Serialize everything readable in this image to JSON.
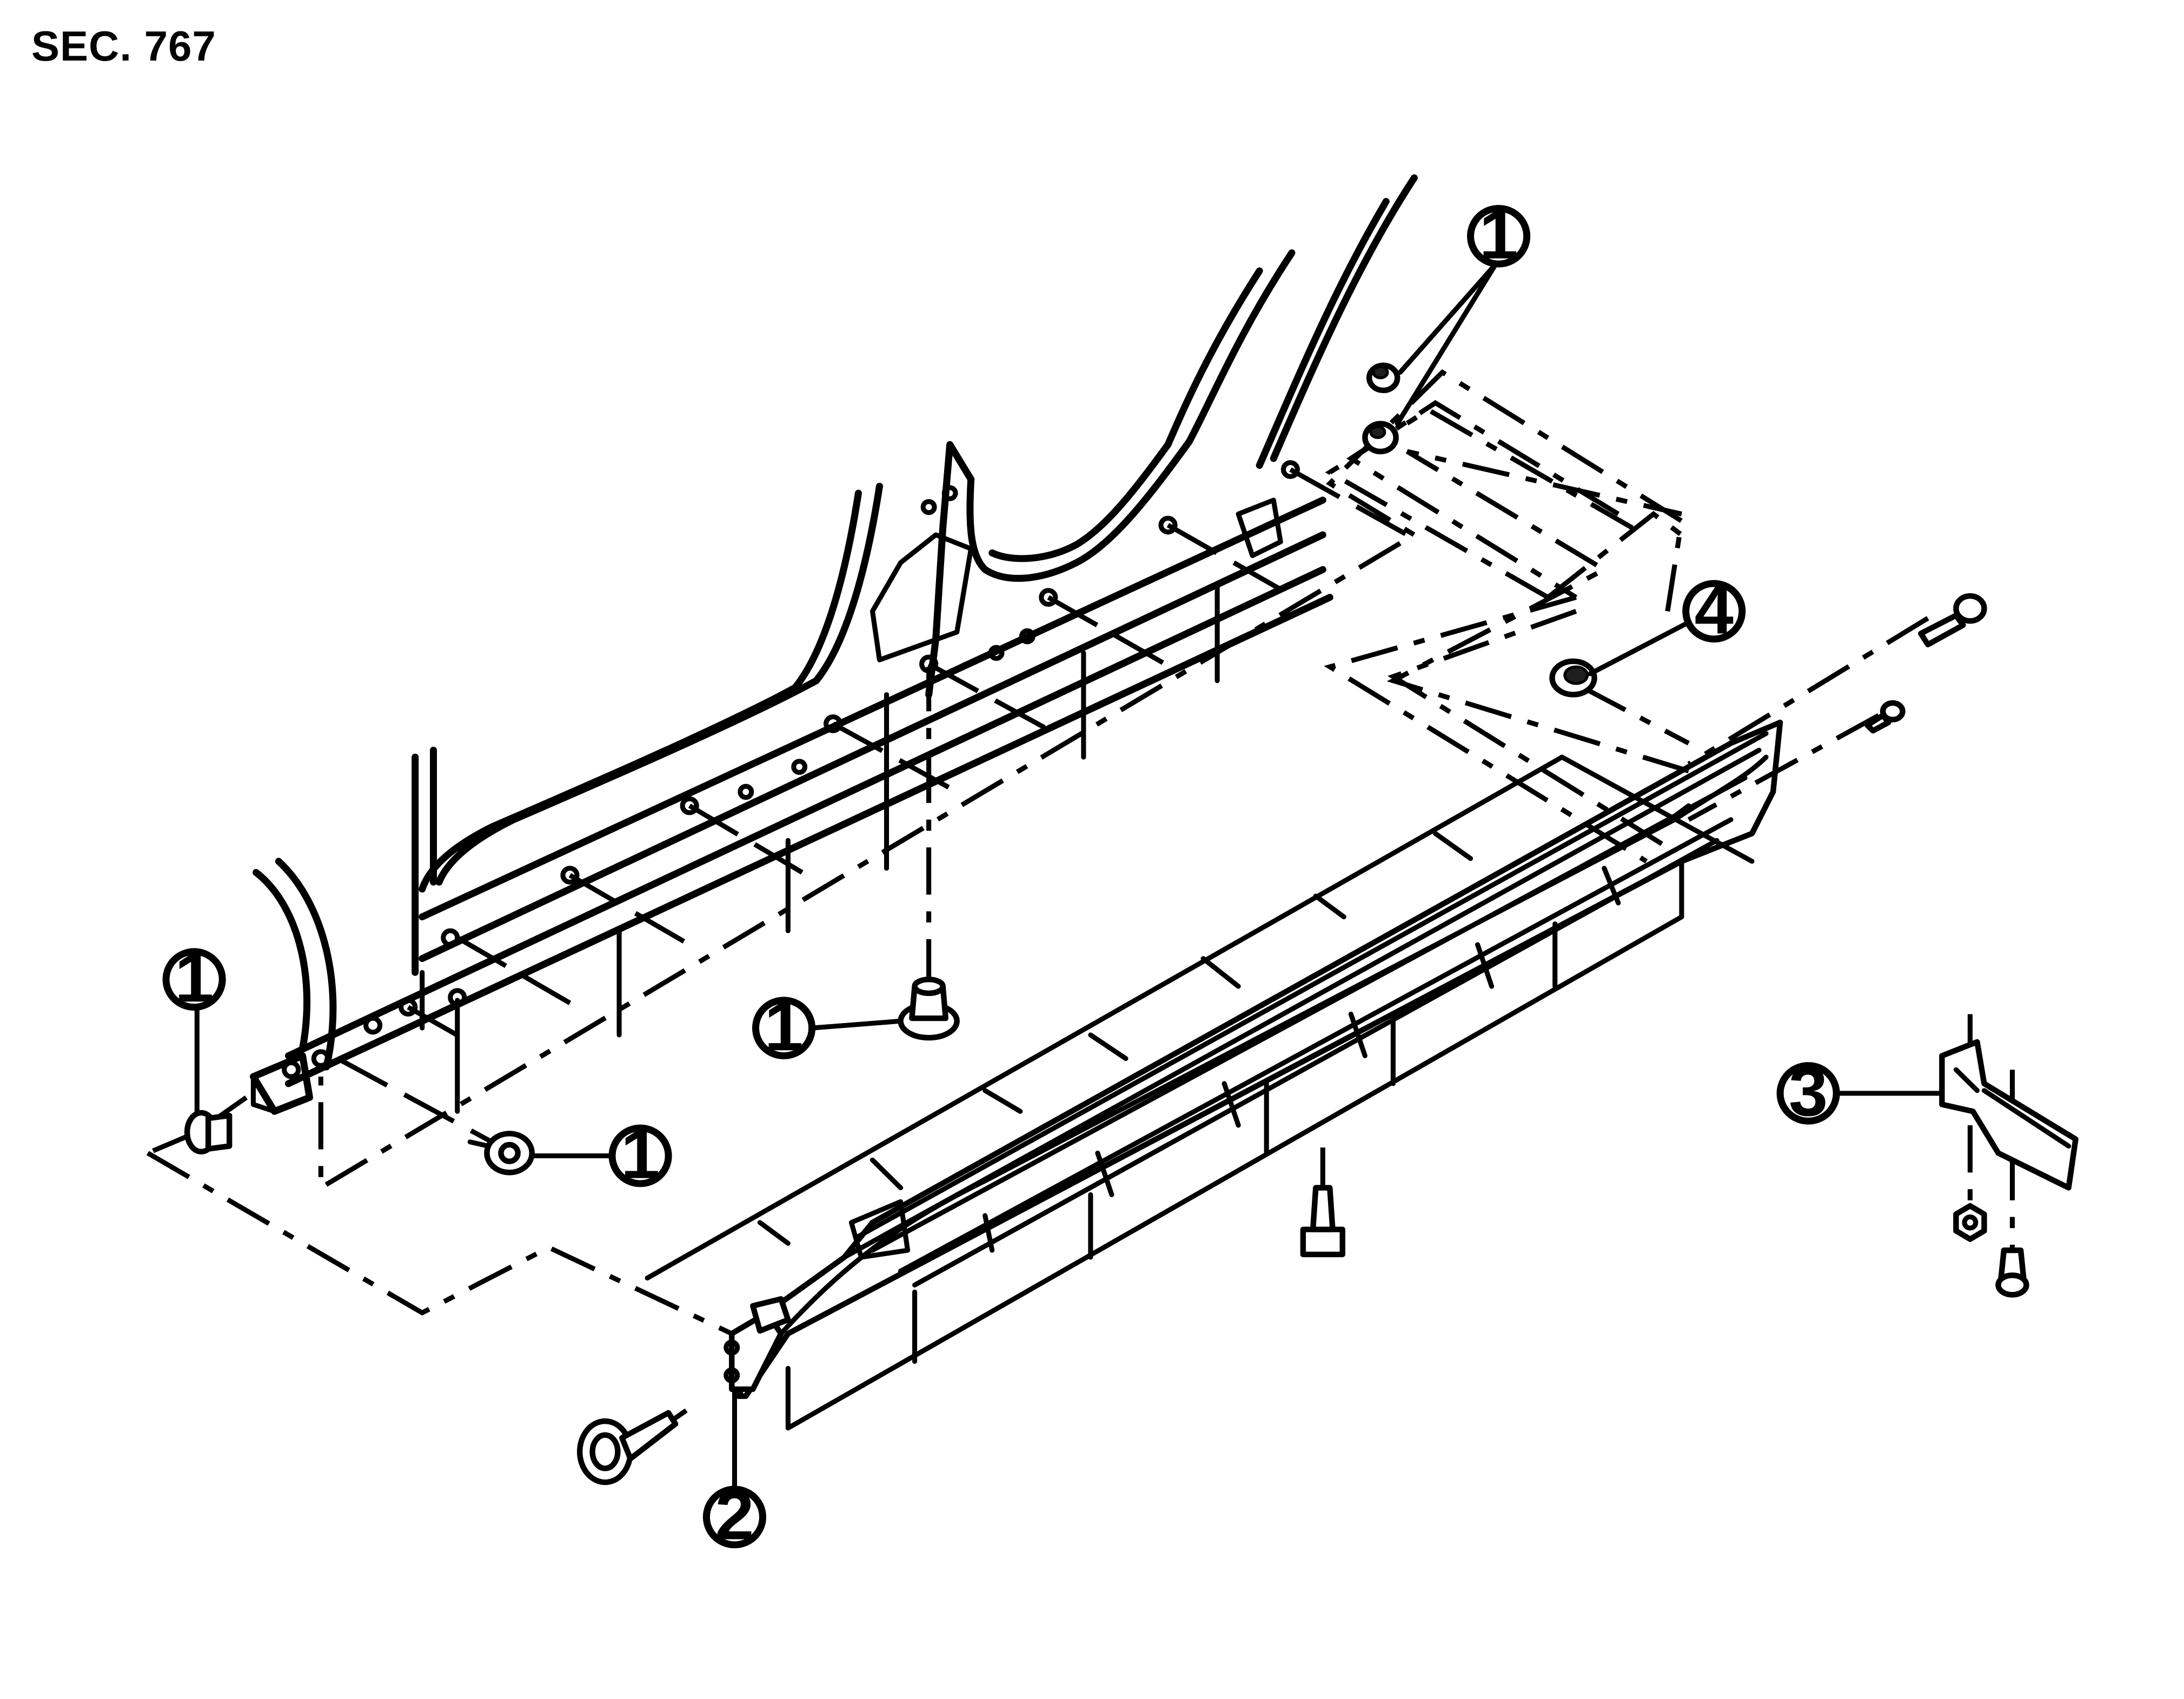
{
  "section_label": "SEC. 767",
  "callouts": [
    {
      "id": "callout-1-top",
      "number": "1"
    },
    {
      "id": "callout-1-left",
      "number": "1"
    },
    {
      "id": "callout-1-center",
      "number": "1"
    },
    {
      "id": "callout-1-lower",
      "number": "1"
    },
    {
      "id": "callout-2",
      "number": "2"
    },
    {
      "id": "callout-3",
      "number": "3"
    },
    {
      "id": "callout-4",
      "number": "4"
    }
  ]
}
